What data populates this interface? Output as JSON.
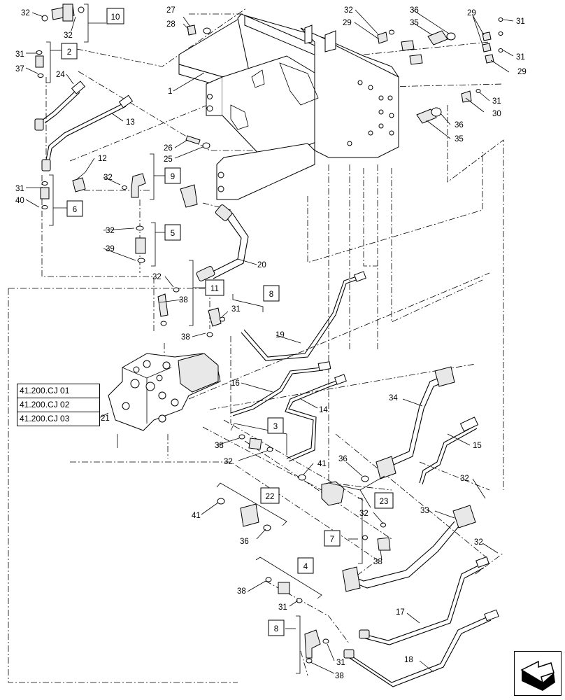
{
  "callouts": [
    {
      "id": "c32a",
      "text": "32"
    },
    {
      "id": "c32b",
      "text": "32"
    },
    {
      "id": "c31a",
      "text": "31"
    },
    {
      "id": "c37",
      "text": "37"
    },
    {
      "id": "c24",
      "text": "24"
    },
    {
      "id": "c13",
      "text": "13"
    },
    {
      "id": "c12",
      "text": "12"
    },
    {
      "id": "c32c",
      "text": "32"
    },
    {
      "id": "c31b",
      "text": "31"
    },
    {
      "id": "c40",
      "text": "40"
    },
    {
      "id": "c32d",
      "text": "32"
    },
    {
      "id": "c39",
      "text": "39"
    },
    {
      "id": "c32e",
      "text": "32"
    },
    {
      "id": "c38a",
      "text": "38"
    },
    {
      "id": "c38b",
      "text": "38"
    },
    {
      "id": "c31c",
      "text": "31"
    },
    {
      "id": "c27",
      "text": "27"
    },
    {
      "id": "c28",
      "text": "28"
    },
    {
      "id": "c1",
      "text": "1"
    },
    {
      "id": "c26",
      "text": "26"
    },
    {
      "id": "c25",
      "text": "25"
    },
    {
      "id": "c20",
      "text": "20"
    },
    {
      "id": "c19",
      "text": "19"
    },
    {
      "id": "c16",
      "text": "16"
    },
    {
      "id": "c14",
      "text": "14"
    },
    {
      "id": "c21",
      "text": "21"
    },
    {
      "id": "c38c",
      "text": "38"
    },
    {
      "id": "c32f",
      "text": "32"
    },
    {
      "id": "c41a",
      "text": "41"
    },
    {
      "id": "c36a",
      "text": "36"
    },
    {
      "id": "c41b",
      "text": "41"
    },
    {
      "id": "c36b",
      "text": "36"
    },
    {
      "id": "c38d",
      "text": "38"
    },
    {
      "id": "c31d",
      "text": "31"
    },
    {
      "id": "c38e",
      "text": "38"
    },
    {
      "id": "c31e",
      "text": "31"
    },
    {
      "id": "c32g",
      "text": "32"
    },
    {
      "id": "c29a",
      "text": "29"
    },
    {
      "id": "c36c",
      "text": "36"
    },
    {
      "id": "c35a",
      "text": "35"
    },
    {
      "id": "c29b",
      "text": "29"
    },
    {
      "id": "c31f",
      "text": "31"
    },
    {
      "id": "c31g",
      "text": "31"
    },
    {
      "id": "c29c",
      "text": "29"
    },
    {
      "id": "c31h",
      "text": "31"
    },
    {
      "id": "c30",
      "text": "30"
    },
    {
      "id": "c36d",
      "text": "36"
    },
    {
      "id": "c35b",
      "text": "35"
    },
    {
      "id": "c34",
      "text": "34"
    },
    {
      "id": "c15",
      "text": "15"
    },
    {
      "id": "c32h",
      "text": "32"
    },
    {
      "id": "c33",
      "text": "33"
    },
    {
      "id": "c32i",
      "text": "32"
    },
    {
      "id": "c38f",
      "text": "38"
    },
    {
      "id": "c32j",
      "text": "32"
    },
    {
      "id": "c17",
      "text": "17"
    },
    {
      "id": "c18",
      "text": "18"
    }
  ],
  "boxes": [
    {
      "id": "b10",
      "text": "10"
    },
    {
      "id": "b2",
      "text": "2"
    },
    {
      "id": "b9",
      "text": "9"
    },
    {
      "id": "b6",
      "text": "6"
    },
    {
      "id": "b5",
      "text": "5"
    },
    {
      "id": "b11",
      "text": "11"
    },
    {
      "id": "b8a",
      "text": "8"
    },
    {
      "id": "b3",
      "text": "3"
    },
    {
      "id": "b22",
      "text": "22"
    },
    {
      "id": "b23",
      "text": "23"
    },
    {
      "id": "b7",
      "text": "7"
    },
    {
      "id": "b4",
      "text": "4"
    },
    {
      "id": "b8b",
      "text": "8"
    }
  ],
  "references": [
    "41.200.CJ 01",
    "41.200.CJ 02",
    "41.200.CJ 03"
  ],
  "nav": {
    "icon": "next-page-arrow-icon"
  }
}
